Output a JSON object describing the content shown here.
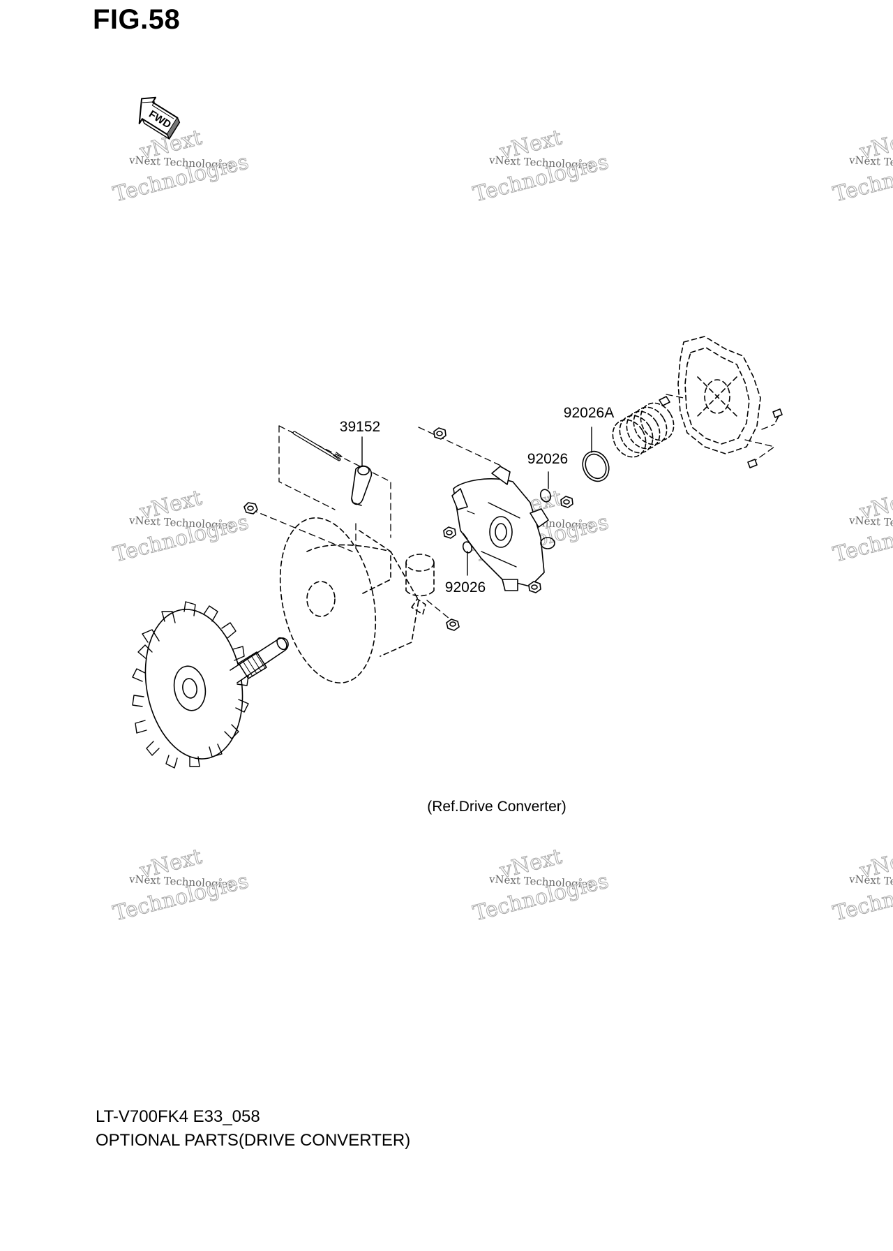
{
  "figure": {
    "title": "FIG.58"
  },
  "direction_badge": "FWD",
  "part_labels": [
    {
      "id": "pl-39152",
      "text": "39152"
    },
    {
      "id": "pl-92026A",
      "text": "92026A"
    },
    {
      "id": "pl-92026-top",
      "text": "92026"
    },
    {
      "id": "pl-92026-bottom",
      "text": "92026"
    }
  ],
  "reference_note": "(Ref.Drive Converter)",
  "footer": {
    "code": "LT-V700FK4 E33_058",
    "description": "OPTIONAL PARTS(DRIVE CONVERTER)"
  },
  "watermark": {
    "line1": "vNext",
    "line2": "vNext Technologies",
    "line3": "Technologies"
  }
}
